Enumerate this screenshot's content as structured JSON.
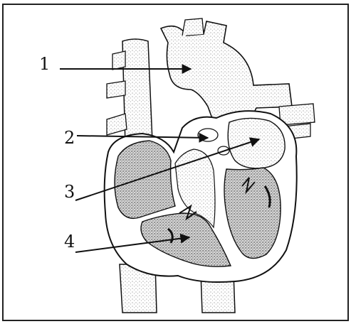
{
  "diagram": {
    "subject": "heart-cross-section",
    "labels": [
      {
        "id": "1",
        "text": "1"
      },
      {
        "id": "2",
        "text": "2"
      },
      {
        "id": "3",
        "text": "3"
      },
      {
        "id": "4",
        "text": "4"
      }
    ]
  },
  "colors": {
    "ink": "#111111",
    "background": "#ffffff",
    "stipple": "#555555"
  }
}
